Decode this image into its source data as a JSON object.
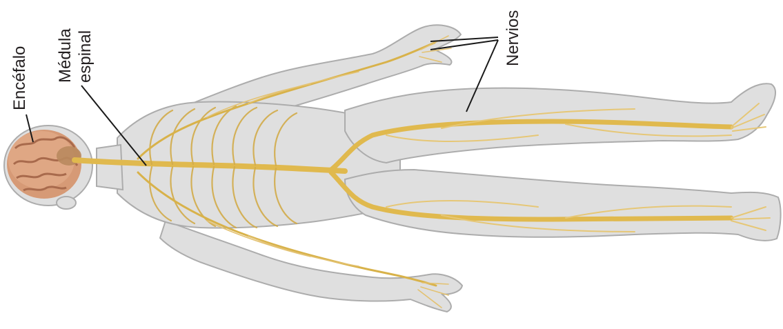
{
  "labels": {
    "brain": "Encéfalo",
    "spinal_cord_line1": "Médula",
    "spinal_cord_line2": "espinal",
    "nerves": "Nervios"
  },
  "colors": {
    "body_fill": "#dcdcdc",
    "body_outline": "#a5a5a5",
    "nerve": "#d8b24a",
    "nerve_light": "#ead089",
    "spinal_cord": "#e0b94e",
    "brain": "#d69a76",
    "brain_shadow": "#a86a4c",
    "leader_line": "#1a1a1a",
    "text": "#231f20"
  }
}
